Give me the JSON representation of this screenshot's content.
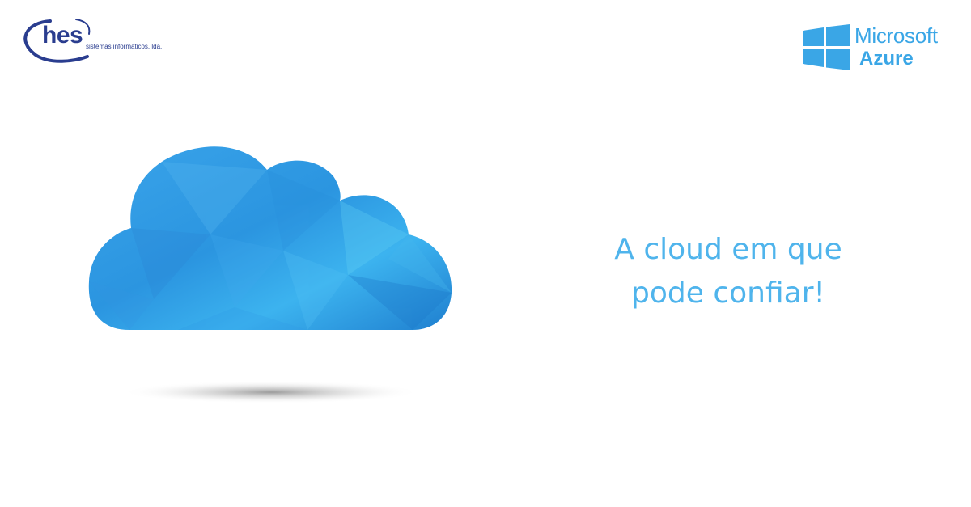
{
  "hes_logo": {
    "name": "hes",
    "tagline": "sistemas informáticos, lda."
  },
  "azure_logo": {
    "line1": "Microsoft",
    "line2": "Azure",
    "color": "#3aa6e6"
  },
  "headline": {
    "line1": "A cloud em que",
    "line2": "pode confiar!",
    "color": "#4fb4ec"
  },
  "icons": {
    "hes_swoosh": "swoosh-icon",
    "windows": "windows-logo-icon",
    "cloud": "cloud-icon"
  }
}
